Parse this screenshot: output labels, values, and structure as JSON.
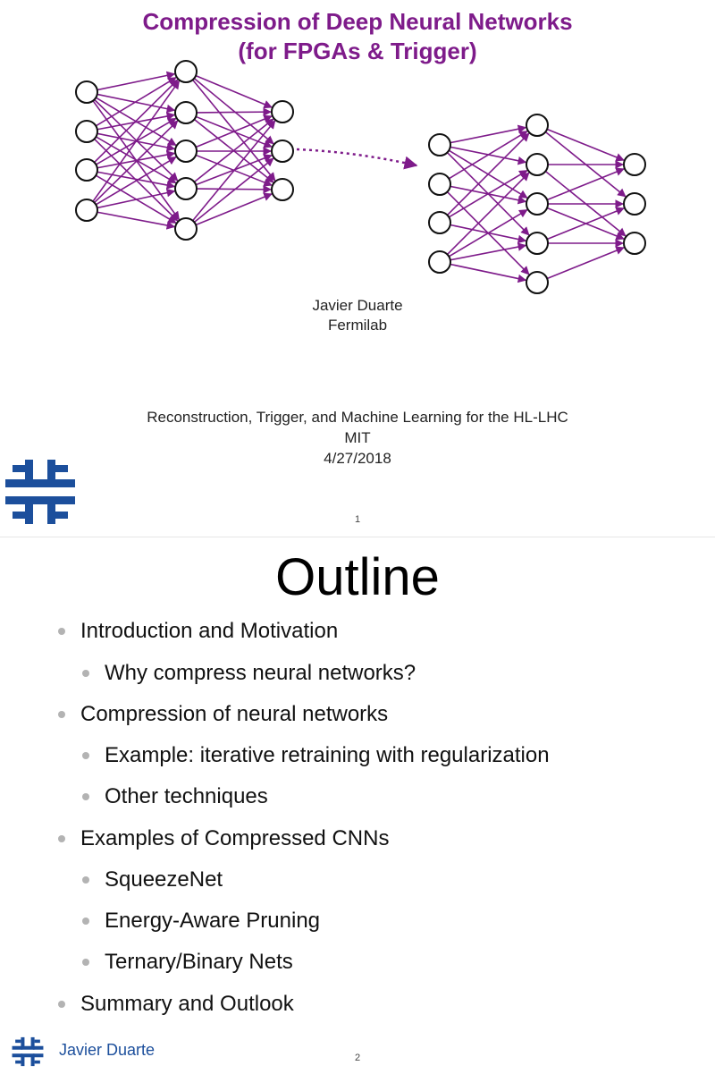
{
  "slide1": {
    "title_line1": "Compression of Deep Neural Networks",
    "title_line2": "(for FPGAs & Trigger)",
    "author": "Javier Duarte",
    "affiliation": "Fermilab",
    "venue": "Reconstruction, Trigger, and Machine Learning for the HL-LHC",
    "location": "MIT",
    "date": "4/27/2018",
    "page_number": "1",
    "colors": {
      "title": "#7e1b8a",
      "edge": "#7e1b8a",
      "logo": "#1c4f9c"
    },
    "logo_icon": "fermilab-logo-icon"
  },
  "slide2": {
    "title": "Outline",
    "bullets": [
      {
        "level": 1,
        "text": "Introduction and Motivation"
      },
      {
        "level": 2,
        "text": "Why compress neural networks?"
      },
      {
        "level": 1,
        "text": "Compression of neural networks"
      },
      {
        "level": 2,
        "text": "Example: iterative retraining with regularization"
      },
      {
        "level": 2,
        "text": "Other techniques"
      },
      {
        "level": 1,
        "text": "Examples of Compressed CNNs"
      },
      {
        "level": 2,
        "text": "SqueezeNet"
      },
      {
        "level": 2,
        "text": "Energy-Aware Pruning"
      },
      {
        "level": 2,
        "text": "Ternary/Binary Nets"
      },
      {
        "level": 1,
        "text": "Summary and Outlook"
      }
    ],
    "footer_name": "Javier Duarte",
    "page_number": "2",
    "bullet_color": "#b3b3b3",
    "footer_color": "#1c4f9c"
  }
}
